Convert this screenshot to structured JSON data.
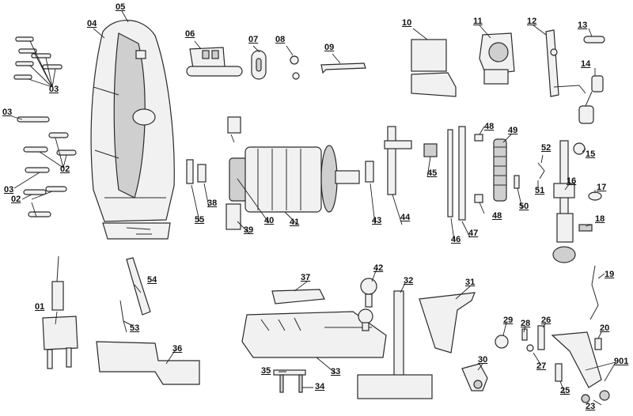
{
  "labels": {
    "l01": "01",
    "l02a": "02",
    "l02b": "02",
    "l03a": "03",
    "l03b": "03",
    "l03c": "03",
    "l04": "04",
    "l05": "05",
    "l06": "06",
    "l07": "07",
    "l08": "08",
    "l09": "09",
    "l10": "10",
    "l11": "11",
    "l12": "12",
    "l13": "13",
    "l14": "14",
    "l15": "15",
    "l16": "16",
    "l17": "17",
    "l18": "18",
    "l19": "19",
    "l20": "20",
    "l23": "23",
    "l25": "25",
    "l26": "26",
    "l27": "27",
    "l28": "28",
    "l29": "29",
    "l30": "30",
    "l31": "31",
    "l32": "32",
    "l33": "33",
    "l34": "34",
    "l35": "35",
    "l36": "36",
    "l37": "37",
    "l38": "38",
    "l39": "39",
    "l40": "40",
    "l41": "41",
    "l42": "42",
    "l43": "43",
    "l44": "44",
    "l45": "45",
    "l46": "46",
    "l47": "47",
    "l48a": "48",
    "l48b": "48",
    "l49": "49",
    "l50": "50",
    "l51": "51",
    "l52": "52",
    "l53": "53",
    "l54": "54",
    "l55": "55",
    "l901": "901"
  }
}
